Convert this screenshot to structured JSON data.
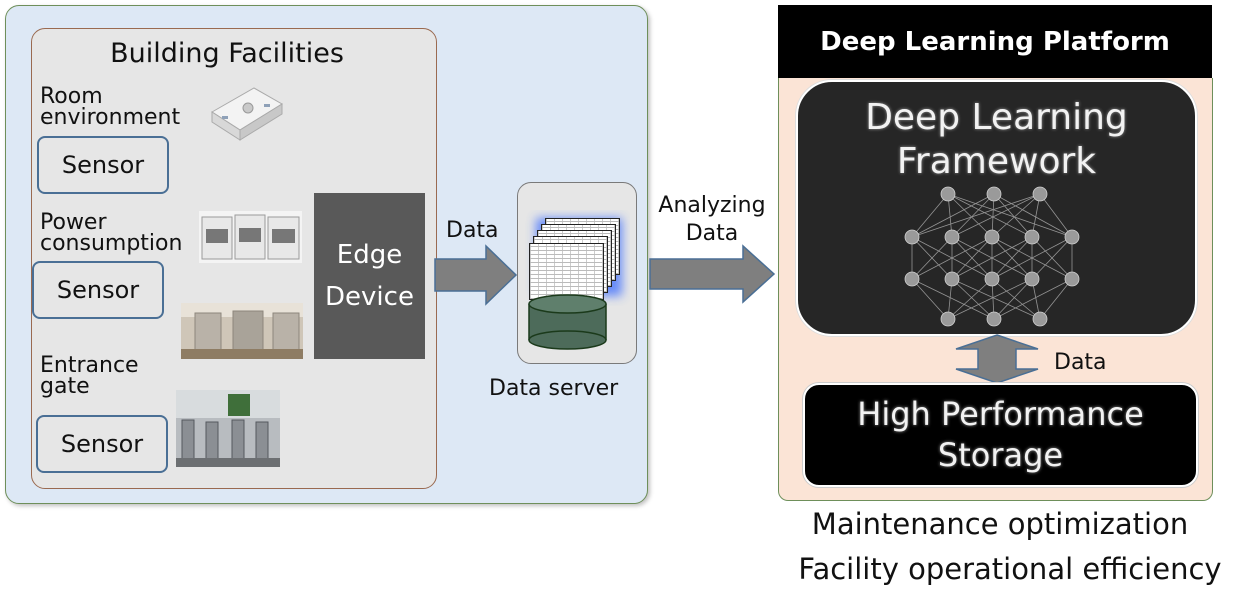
{
  "building": {
    "title": "Building Facilities",
    "room_label_1": "Room",
    "room_label_2": "environment",
    "power_label_1": "Power",
    "power_label_2": "consumption",
    "entrance_label_1": "Entrance",
    "entrance_label_2": "gate",
    "sensor_label": "Sensor",
    "edge_line1": "Edge",
    "edge_line2": "Device"
  },
  "flow": {
    "data_label": "Data",
    "analyzing_line1": "Analyzing",
    "analyzing_line2": "Data",
    "server_label": "Data server"
  },
  "platform": {
    "title": "Deep Learning Platform",
    "framework_line1": "Deep Learning",
    "framework_line2": "Framework",
    "storage_line1": "High Performance",
    "storage_line2": "Storage",
    "data_label": "Data"
  },
  "outcomes": {
    "line1": "Maintenance optimization",
    "line2": "Facility operational efficiency"
  },
  "colors": {
    "left_panel_bg": "#dde8f5",
    "facilities_bg": "#e6e6e6",
    "edge_device": "#595959",
    "arrow_fill": "#7f7f7f",
    "arrow_stroke": "#4a6f95",
    "right_panel_bg": "#fbe4d6",
    "platform_bar": "#000000",
    "database": "#4d6b5a"
  }
}
